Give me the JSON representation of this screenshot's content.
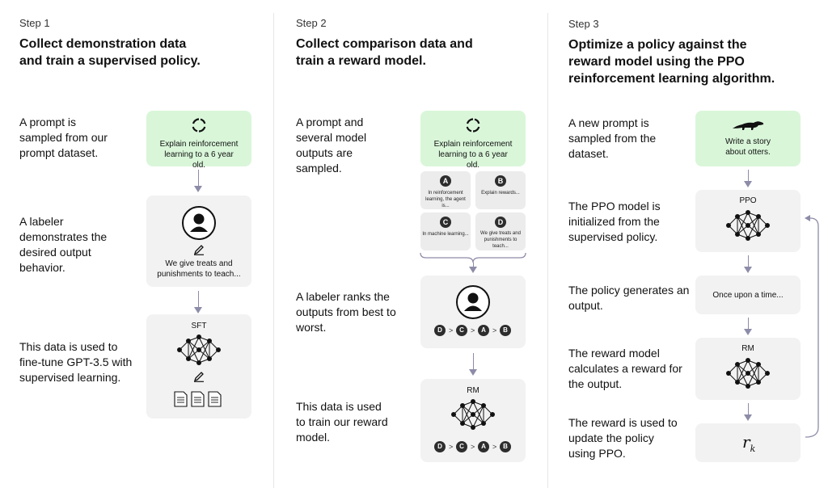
{
  "steps": [
    {
      "label": "Step 1",
      "title": "Collect demonstration data and train a supervised policy.",
      "descriptions": [
        "A prompt is sampled from our prompt dataset.",
        "A labeler demonstrates the desired output behavior.",
        "This data is used to fine-tune GPT-3.5 with supervised learning."
      ],
      "prompt_text": "Explain reinforcement learning to a 6 year old.",
      "demo_text": "We give treats and punishments to teach...",
      "model_label": "SFT"
    },
    {
      "label": "Step 2",
      "title": "Collect comparison data and train a reward model.",
      "descriptions": [
        "A prompt and several model outputs are sampled.",
        "A labeler ranks the outputs from best to worst.",
        "This data is used to train our reward model."
      ],
      "prompt_text": "Explain reinforcement learning to a 6 year old.",
      "outputs": [
        {
          "letter": "A",
          "text": "In reinforcement learning, the agent is..."
        },
        {
          "letter": "B",
          "text": "Explain rewards..."
        },
        {
          "letter": "C",
          "text": "In machine learning..."
        },
        {
          "letter": "D",
          "text": "We give treats and punishments to teach..."
        }
      ],
      "ranking": [
        "D",
        "C",
        "A",
        "B"
      ],
      "rank_sep": ">",
      "model_label": "RM"
    },
    {
      "label": "Step 3",
      "title": "Optimize a policy against the reward model using the PPO reinforcement learning algorithm.",
      "descriptions": [
        "A new prompt is sampled from the dataset.",
        "The PPO model is initialized from the supervised policy.",
        "The policy generates an output.",
        "The reward model calculates a reward for the output.",
        "The reward is used to update the policy using PPO."
      ],
      "prompt_text": "Write a story about otters.",
      "policy_label": "PPO",
      "output_text": "Once upon a time...",
      "model_label": "RM",
      "reward_symbol": "r",
      "reward_subscript": "k"
    }
  ]
}
